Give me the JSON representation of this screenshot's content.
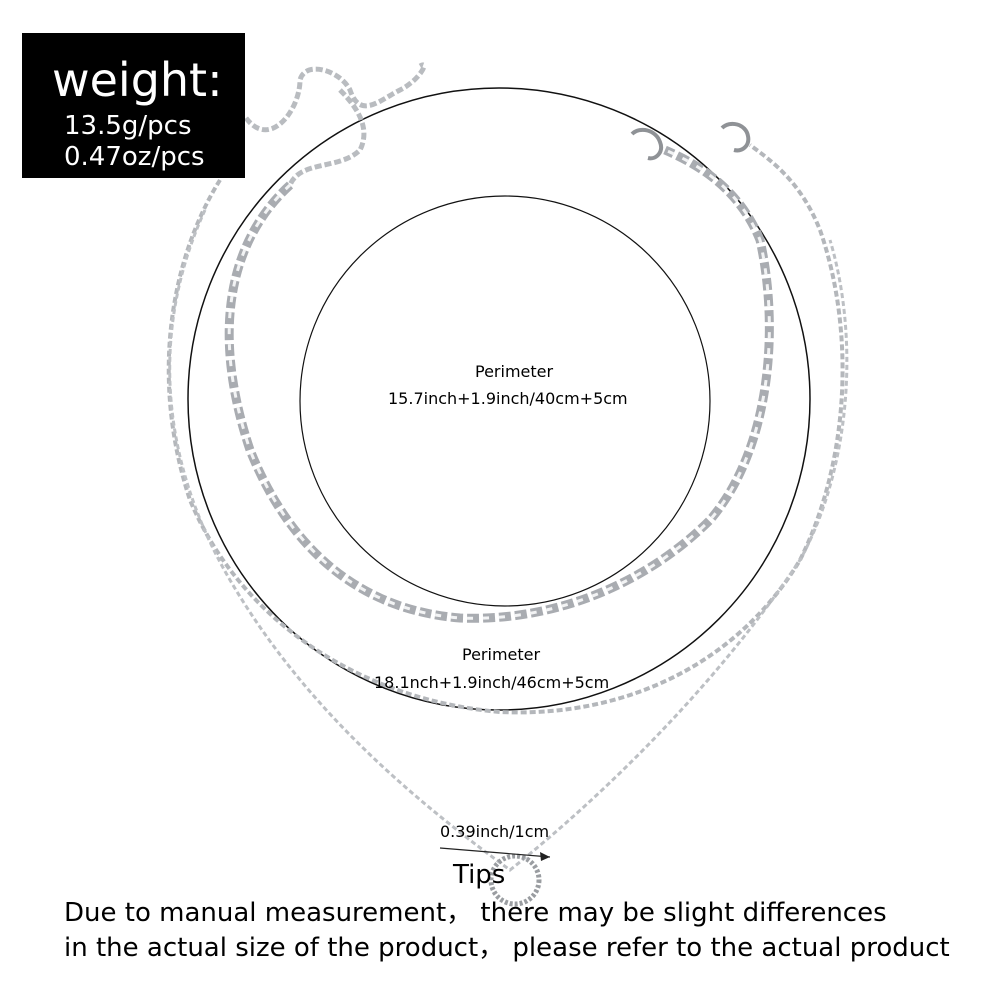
{
  "weight": {
    "title": "weight:",
    "grams": "13.5g/pcs",
    "ounces": "0.47oz/pcs"
  },
  "inner_perimeter": {
    "label": "Perimeter",
    "value": "15.7inch+1.9inch/40cm+5cm"
  },
  "outer_perimeter": {
    "label": "Perimeter",
    "value": "18.1nch+1.9inch/46cm+5cm"
  },
  "pendant_size": "0.39inch/1cm",
  "tips": {
    "title": "Tips",
    "line1": "Due to manual measurement，  there may be slight differences",
    "line2": "in the actual size of the product，  please refer to the actual product"
  }
}
